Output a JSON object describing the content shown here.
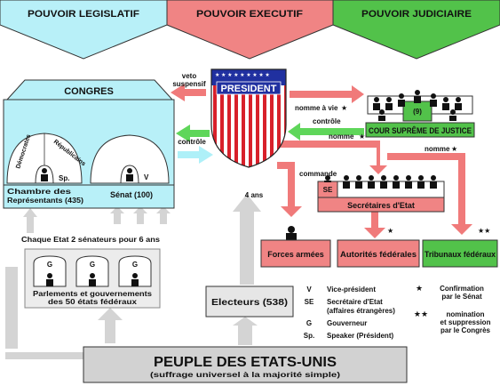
{
  "header": {
    "legislative": "POUVOIR LEGISLATIF",
    "executive": "POUVOIR EXECUTIF",
    "judicial": "POUVOIR JUDICIAIRE"
  },
  "colors": {
    "legislative": "#b8f0f8",
    "executive": "#f08484",
    "judicial": "#52c24a",
    "arrow_red": "#f07a7a",
    "arrow_green": "#5fd65a",
    "arrow_cyan": "#aef0f8",
    "arrow_gray": "#cfcfcf"
  },
  "congress": {
    "title": "CONGRES",
    "house_label_1": "Chambre des",
    "house_label_2": "Représentants (435)",
    "senate_label": "Sénat (100)",
    "democrats": "Démocrates",
    "republicans": "Républicains",
    "speaker_code": "Sp.",
    "vp_code": "V"
  },
  "president": {
    "label": "PRESIDENT"
  },
  "court": {
    "label": "COUR SUPRÊME DE JUSTICE",
    "count": "(9)"
  },
  "arrows": {
    "veto_1": "veto",
    "veto_2": "suspensif",
    "nomme_a_vie": "nomme à vie",
    "controle_court": "contrôle",
    "controle_congress": "contrôle",
    "nomme_secretaires": "nomme",
    "nomme_tribunaux": "nomme",
    "commande": "commande",
    "quatre_ans": "4 ans",
    "star": "★",
    "double_star": "★★"
  },
  "secretaires": {
    "code": "SE",
    "label": "Secrétaires d'Etat"
  },
  "boxes": {
    "forces": "Forces armées",
    "autorites": "Autorités fédérales",
    "tribunaux": "Tribunaux fédéraux"
  },
  "states": {
    "senators_note": "Chaque Etat 2 sénateurs pour 6 ans",
    "governor_code": "G",
    "parliament_1": "Parlements et gouvernements",
    "parliament_2": "des 50 états fédéraux"
  },
  "electeurs": "Electeurs (538)",
  "legend": [
    {
      "key": "V",
      "desc": "Vice-président"
    },
    {
      "key": "SE",
      "desc": "Secrétaire d'Etat"
    },
    {
      "key": "",
      "desc": "(affaires étrangères)"
    },
    {
      "key": "G",
      "desc": "Gouverneur"
    },
    {
      "key": "Sp.",
      "desc": "Speaker (Président)"
    }
  ],
  "legend_stars": [
    {
      "key": "★",
      "desc_1": "Confirmation",
      "desc_2": "par le Sénat"
    },
    {
      "key": "★★",
      "desc_1": "nomination",
      "desc_2": "et suppression",
      "desc_3": "par le Congrès"
    }
  ],
  "people": {
    "title": "PEUPLE DES ETATS-UNIS",
    "subtitle": "(suffrage universel à la majorité simple)"
  }
}
